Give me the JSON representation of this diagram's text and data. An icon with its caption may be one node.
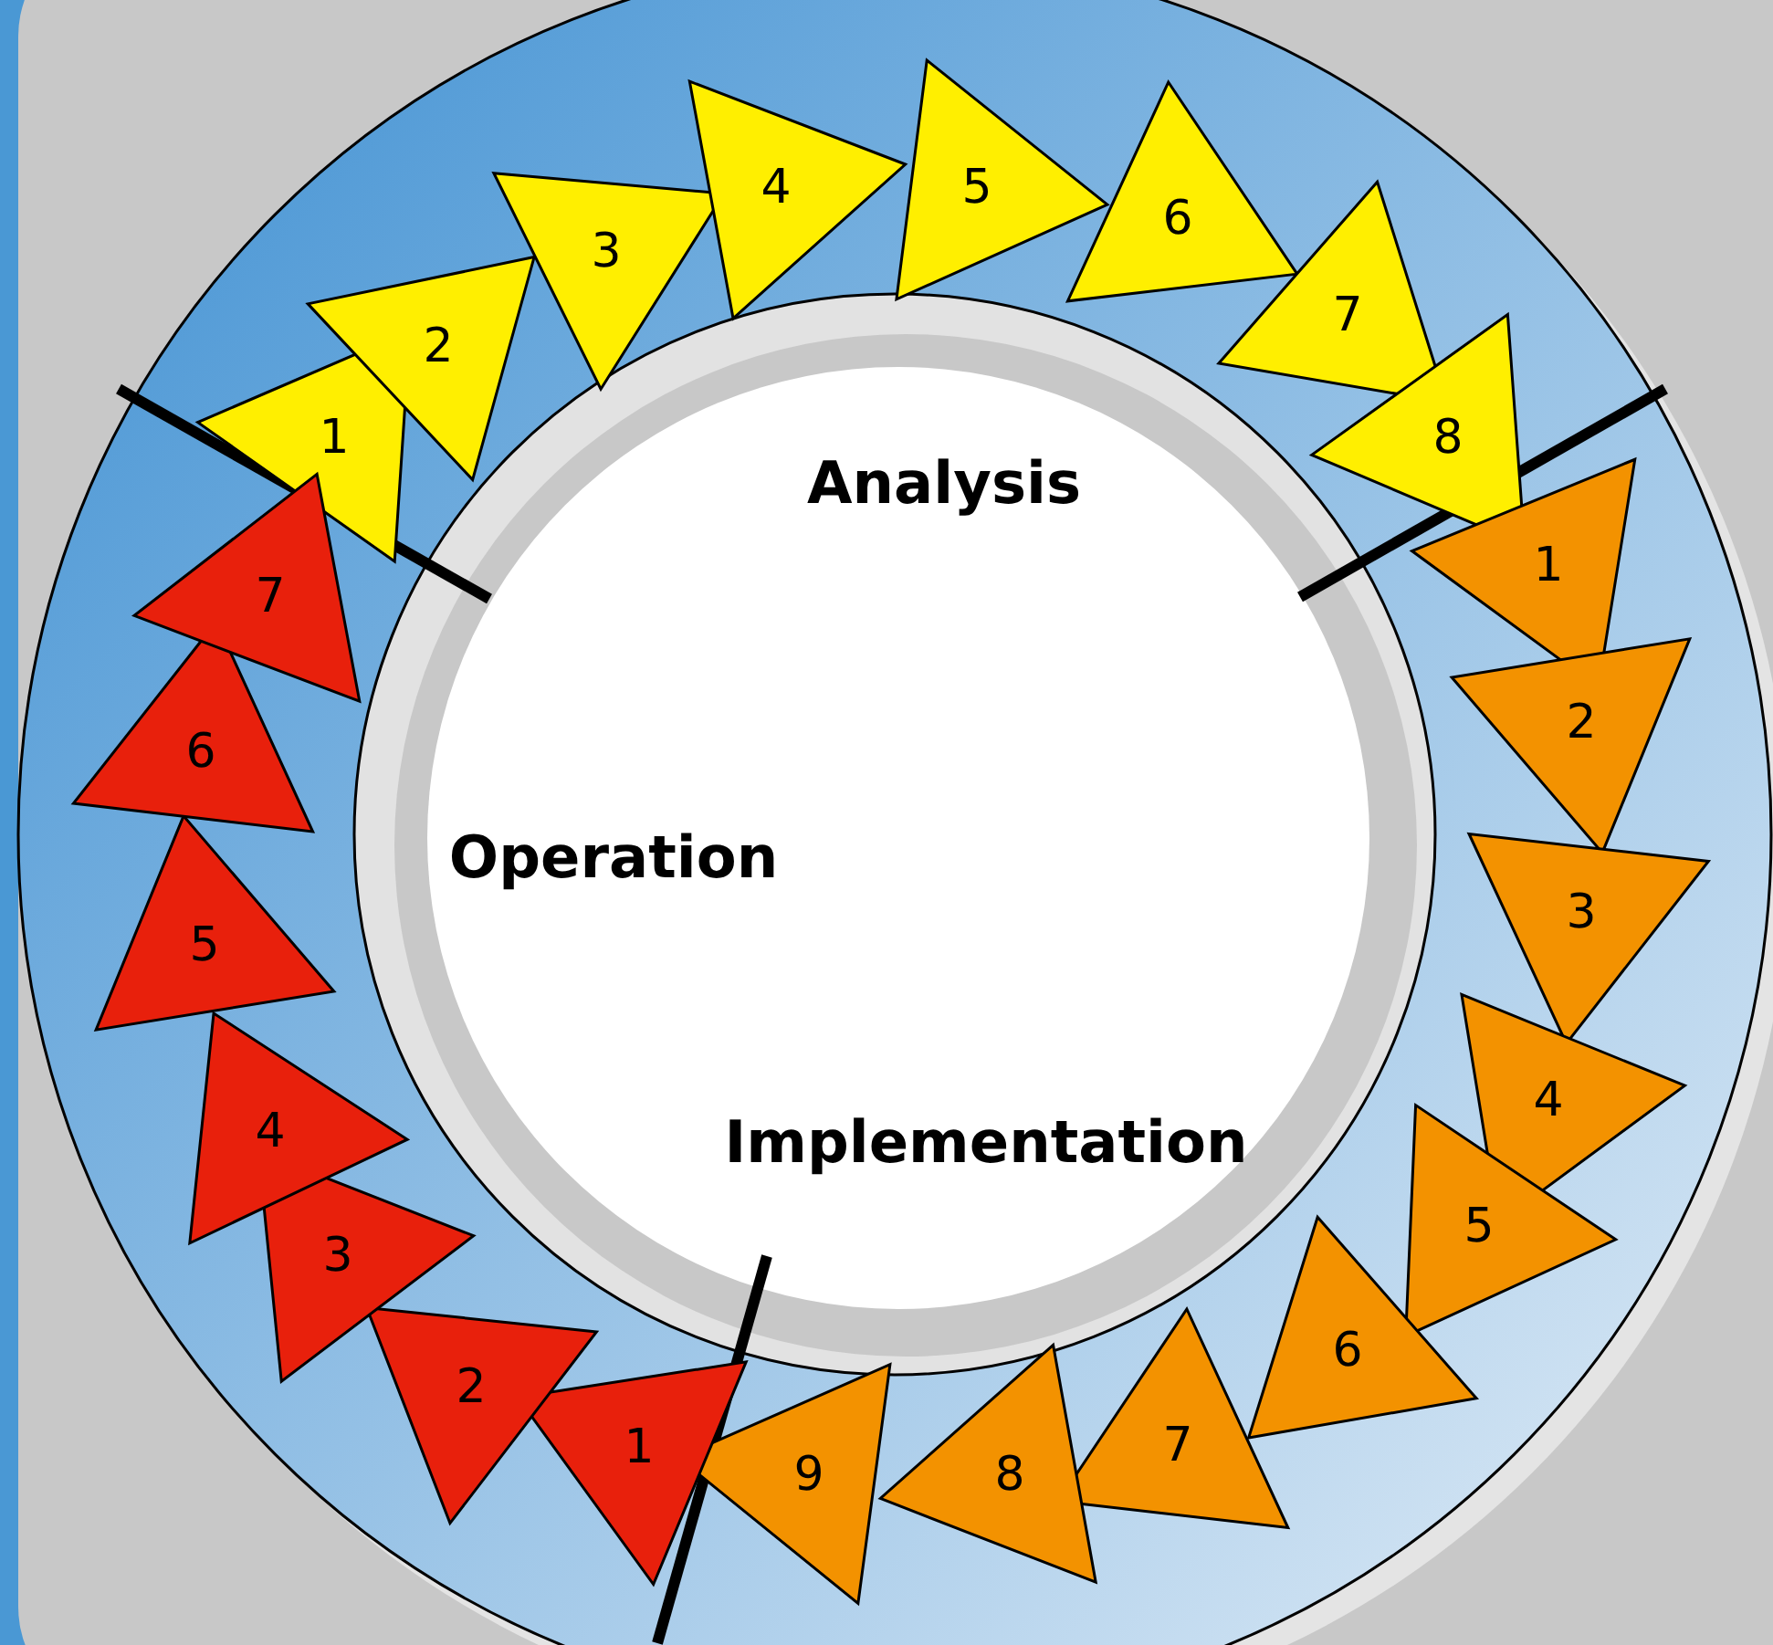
{
  "diagram": {
    "nodes": [
      {
        "text": [
          "1"
        ]
      },
      {
        "text": [
          "2"
        ]
      },
      {
        "text": [
          "3"
        ]
      },
      {
        "text": [
          "4"
        ]
      },
      {
        "text": [
          "5"
        ]
      },
      {
        "text": [
          "6"
        ]
      },
      {
        "text": [
          "7"
        ]
      },
      {
        "text": [
          "8"
        ]
      },
      {
        "text": [
          "1"
        ]
      },
      {
        "text": [
          "2"
        ]
      },
      {
        "text": [
          "3"
        ]
      },
      {
        "text": [
          "4"
        ]
      },
      {
        "text": [
          "5"
        ]
      },
      {
        "text": [
          "6"
        ]
      },
      {
        "text": [
          "7"
        ]
      },
      {
        "text": [
          "8"
        ]
      },
      {
        "text": [
          "9"
        ]
      },
      {
        "text": [
          "1"
        ]
      },
      {
        "text": [
          "2"
        ]
      },
      {
        "text": [
          "3"
        ]
      },
      {
        "text": [
          "4"
        ]
      },
      {
        "text": [
          "5"
        ]
      },
      {
        "text": [
          "6"
        ]
      },
      {
        "text": [
          "7"
        ]
      }
    ],
    "edges": [],
    "labels": [
      "Analysis",
      "Operation",
      "Implementation"
    ]
  }
}
